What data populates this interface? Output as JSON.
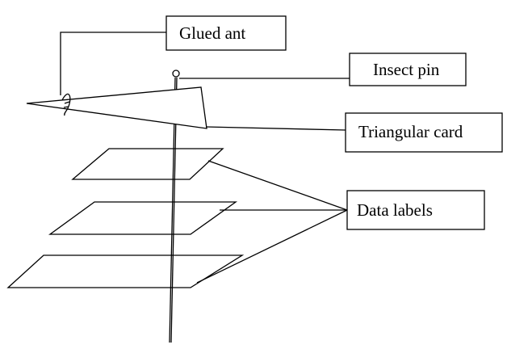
{
  "labels": {
    "glued_ant": "Glued ant",
    "insect_pin": "Insect pin",
    "triangular_card": "Triangular card",
    "data_labels": "Data labels"
  },
  "colors": {
    "stroke": "#000000",
    "background": "#ffffff"
  }
}
